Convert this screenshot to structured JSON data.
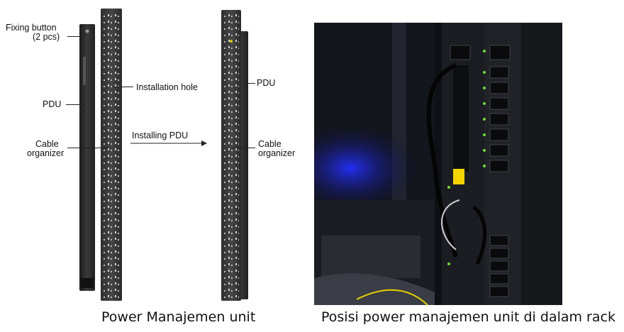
{
  "left_diagram": {
    "label_fixing_button": "Fixing button",
    "label_fixing_button_count": "(2 pcs)",
    "label_pdu_left": "PDU",
    "label_cable_organizer_left_1": "Cable",
    "label_cable_organizer_left_2": "organizer",
    "label_installation_hole": "Installation hole",
    "label_installing_pdu": "Installing PDU",
    "label_pdu_right": "PDU",
    "label_cable_organizer_right_1": "Cable",
    "label_cable_organizer_right_2": "organizer",
    "caption": "Power Manajemen unit"
  },
  "photo": {
    "caption": "Posisi power manajemen unit di dalam rack"
  },
  "colors": {
    "pdu_body": "#2b2b2b",
    "organizer": "#3a3a3a",
    "led_green": "#6fdc3a",
    "warning_yellow": "#f2d400",
    "rack_glow": "#2430ff"
  }
}
